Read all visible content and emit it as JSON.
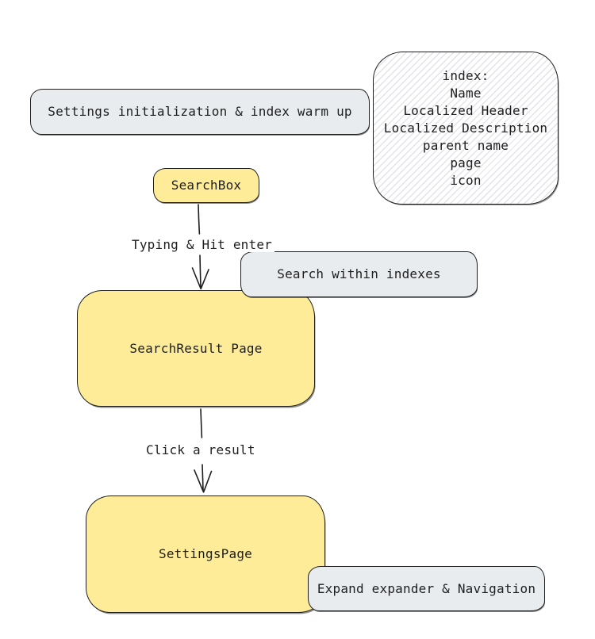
{
  "canvas": {
    "background": "#ffffff"
  },
  "colors": {
    "node_yellow": "#ffec99",
    "node_gray": "#e9ecef",
    "stroke": "#1e1e1e",
    "hatch_line": "#e2e4e9",
    "text": "#1e1e1e"
  },
  "nodes": {
    "warmup": {
      "label": "Settings initialization & index warm up"
    },
    "index_fields": {
      "lines": [
        "index:",
        "Name",
        "Localized Header",
        "Localized Description",
        "parent name",
        "page",
        "icon"
      ]
    },
    "searchbox": {
      "label": "SearchBox"
    },
    "search_within_indexes": {
      "label": "Search within indexes"
    },
    "search_result_page": {
      "label": "SearchResult Page"
    },
    "settings_page": {
      "label": "SettingsPage"
    },
    "expand_navigation": {
      "label": "Expand expander & Navigation"
    }
  },
  "edges": {
    "typing_hit_enter": {
      "label": "Typing & Hit enter"
    },
    "click_a_result": {
      "label": "Click a result"
    }
  }
}
